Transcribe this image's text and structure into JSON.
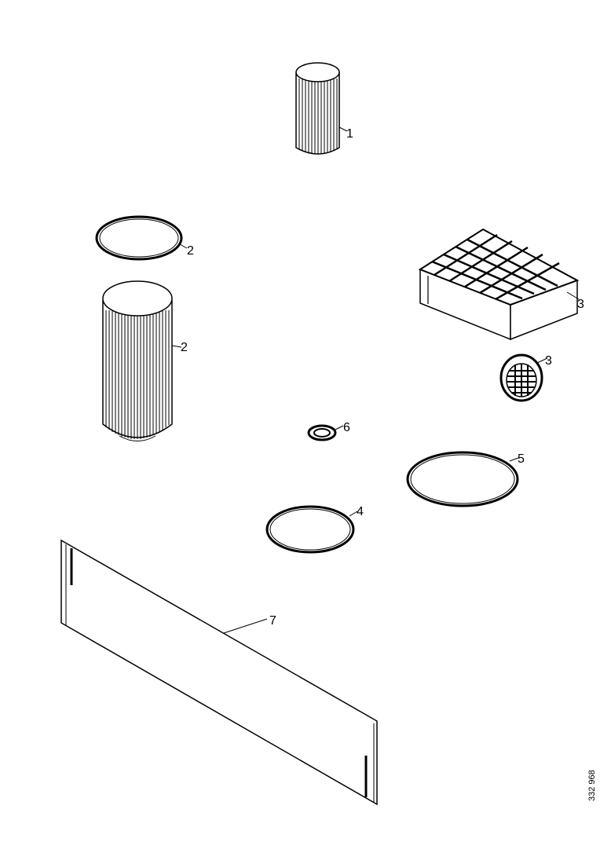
{
  "callouts": {
    "filter_cartridge_small": "1",
    "seal_ring_large": "2",
    "filter_cartridge_large": "2",
    "filter_panel": "3",
    "round_filter_insert": "3",
    "seal_ring_medium": "4",
    "seal_ring_outer": "5",
    "small_seal": "6",
    "filter_mat": "7"
  },
  "drawing_reference": "332 968",
  "colors": {
    "line": "#000000",
    "background": "#ffffff",
    "shade": "#bdbdbd"
  }
}
